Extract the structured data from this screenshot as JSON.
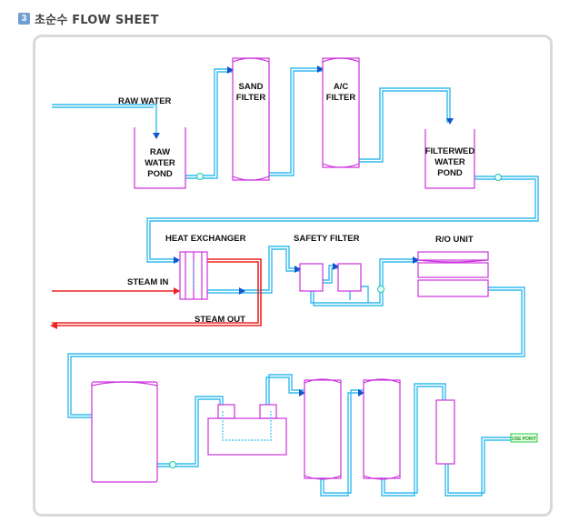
{
  "header": {
    "badge": "3",
    "title": "초순수 FLOW SHEET"
  },
  "diagram": {
    "raw_water": "RAW WATER",
    "raw_water_pond": [
      "RAW",
      "WATER",
      "POND"
    ],
    "sand_filter": [
      "SAND",
      "FILTER"
    ],
    "ac_filter": [
      "A/C",
      "FILTER"
    ],
    "filtered_water_pond": [
      "FILTERWED",
      "WATER",
      "POND"
    ],
    "heat_exchanger": "HEAT EXCHANGER",
    "safety_filter": "SAFETY FILTER",
    "ro_unit": "R/O UNIT",
    "steam_in": "STEAM IN",
    "steam_out": "STEAM OUT",
    "use_point": "USE POINT"
  },
  "colors": {
    "pipe": "#33bbee",
    "vessel": "#cc33dd",
    "steam": "#ee2222",
    "arrow": "#1155cc",
    "pump": "#22c4a8",
    "use_point": "#22cc44"
  }
}
